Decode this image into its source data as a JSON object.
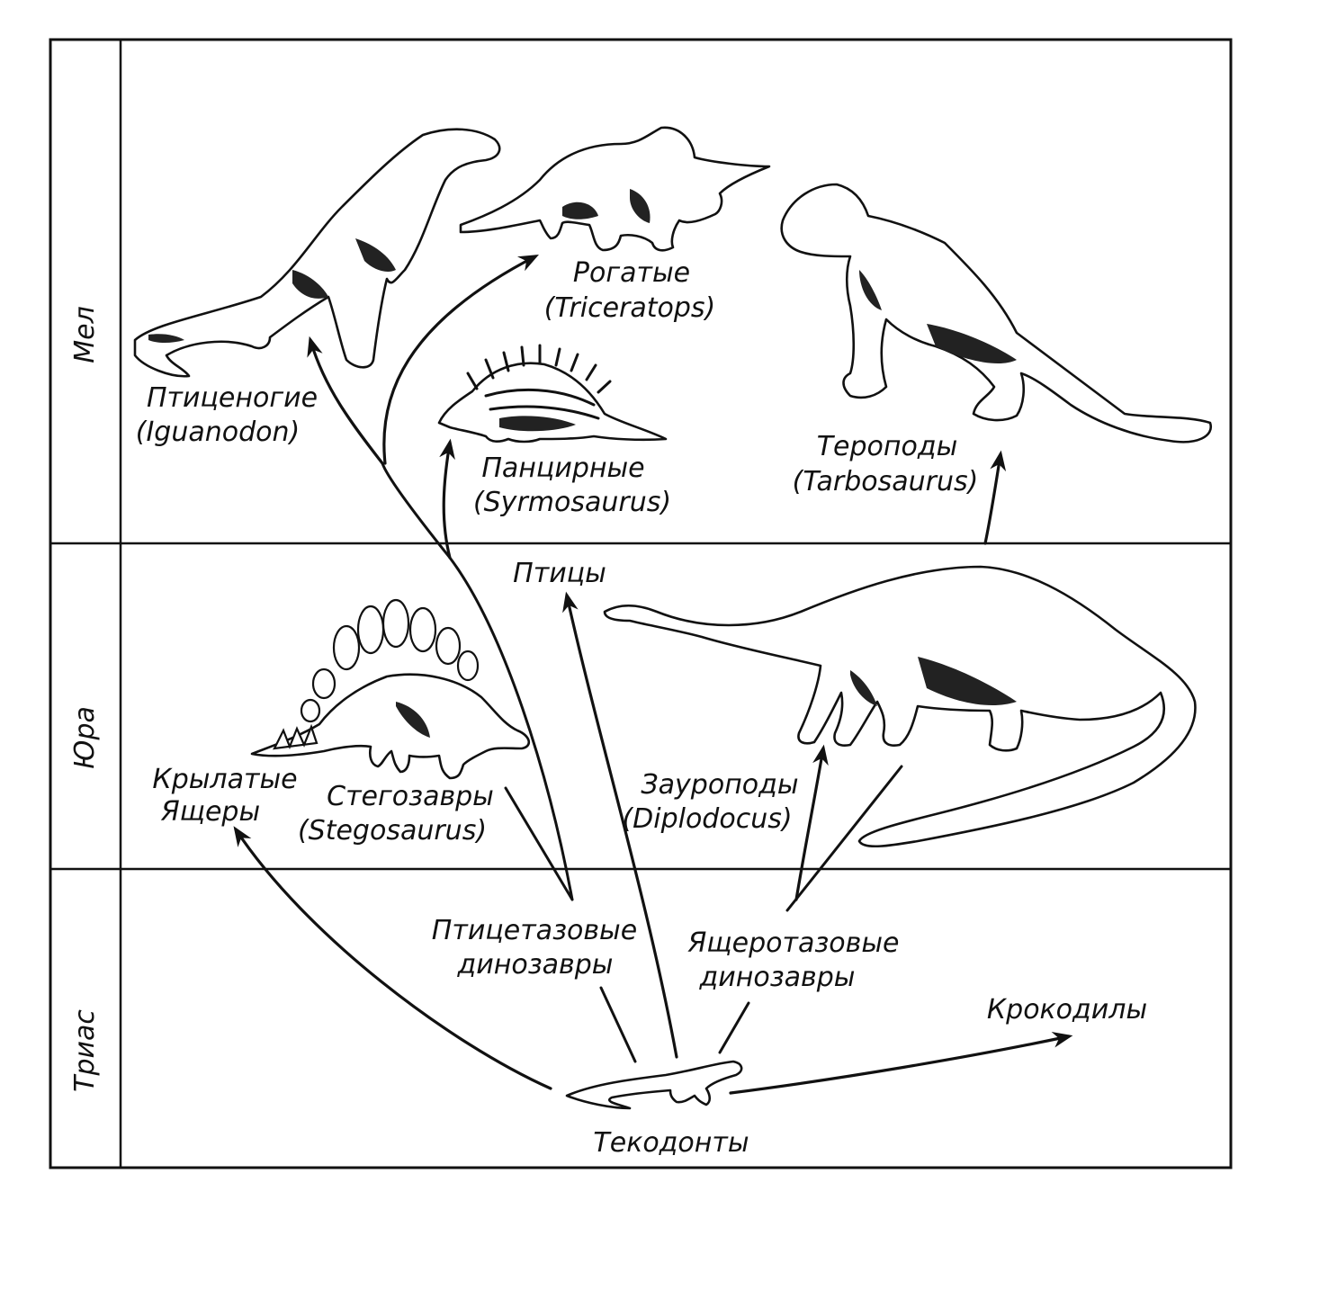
{
  "eras": {
    "cretaceous": "Мел",
    "jurassic": "Юра",
    "triassic": "Триас"
  },
  "labels": {
    "ornithopods": {
      "line1": "Птиценогие",
      "line2": "(Iguanodon)"
    },
    "ceratopsians": {
      "line1": "Рогатые",
      "line2": "(Triceratops)"
    },
    "ankylosaurs": {
      "line1": "Панцирные",
      "line2": "(Syrmosaurus)"
    },
    "theropods": {
      "line1": "Тероподы",
      "line2": "(Tarbosaurus)"
    },
    "birds": "Птицы",
    "pterosaurs": {
      "line1": "Крылатые",
      "line2": "Ящеры"
    },
    "stegosaurs": {
      "line1": "Стегозавры",
      "line2": "(Stegosaurus)"
    },
    "sauropods": {
      "line1": "Зауроподы",
      "line2": "(Diplodocus)"
    },
    "ornithischians": {
      "line1": "Птицетазовые",
      "line2": "динозавры"
    },
    "saurischians": {
      "line1": "Ящеротазовые",
      "line2": "динозавры"
    },
    "crocodiles": "Крокодилы",
    "thecodonts": "Текодонты"
  },
  "icons": [
    "iguanodon-icon",
    "triceratops-icon",
    "syrmosaurus-icon",
    "tarbosaurus-icon",
    "stegosaurus-icon",
    "diplodocus-icon",
    "thecodont-icon"
  ],
  "colors": {
    "ink": "#111111",
    "paper": "#ffffff"
  }
}
